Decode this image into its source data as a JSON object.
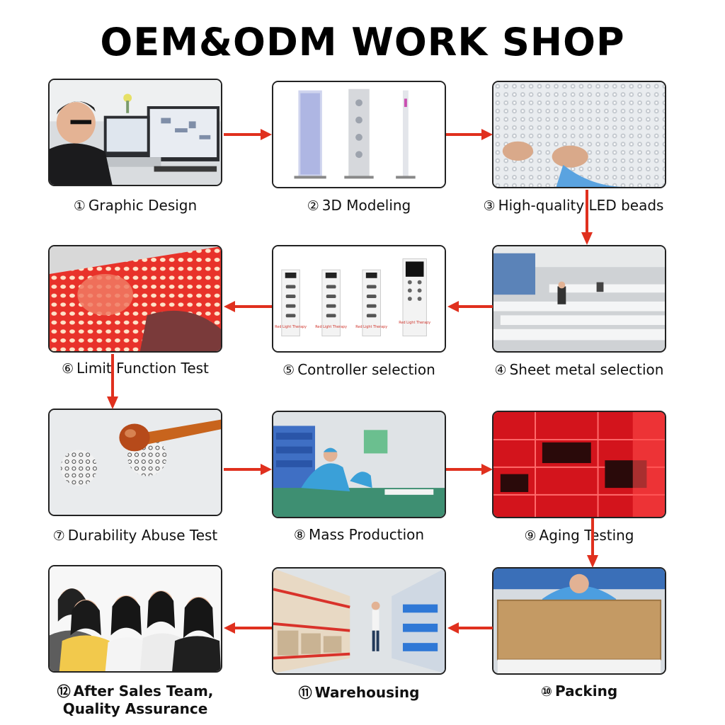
{
  "title": "OEM&ODM WORK SHOP",
  "accent_color": "#e0301e",
  "steps": [
    {
      "num": "①",
      "label": "Graphic Design"
    },
    {
      "num": "②",
      "label": "3D Modeling"
    },
    {
      "num": "③",
      "label": "High-quality LED beads"
    },
    {
      "num": "④",
      "label": "Sheet metal selection"
    },
    {
      "num": "⑤",
      "label": "Controller selection"
    },
    {
      "num": "⑥",
      "label": "Limit Function Test"
    },
    {
      "num": "⑦",
      "label": "Durability Abuse Test"
    },
    {
      "num": "⑧",
      "label": "Mass Production"
    },
    {
      "num": "⑨",
      "label": "Aging Testing"
    },
    {
      "num": "⑩",
      "label": "Packing"
    },
    {
      "num": "⑪",
      "label": "Warehousing"
    },
    {
      "num": "⑫",
      "label_line1": "After Sales Team,",
      "label_line2": "Quality Assurance"
    }
  ],
  "controller_text": "Red Light Therapy"
}
